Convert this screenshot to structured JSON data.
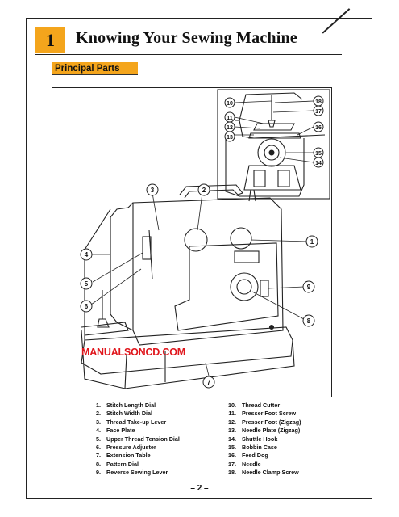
{
  "header": {
    "chapter_number": "1",
    "title": "Knowing Your Sewing Machine"
  },
  "section": {
    "label": "Principal Parts"
  },
  "watermark": "MANUALSONCD.COM",
  "figure": {
    "callouts": [
      "1",
      "2",
      "3",
      "4",
      "5",
      "6",
      "7",
      "8",
      "9",
      "10",
      "11",
      "12",
      "13",
      "14",
      "15",
      "16",
      "17",
      "18"
    ]
  },
  "parts_left": [
    {
      "num": "1.",
      "name": "Stitch Length Dial"
    },
    {
      "num": "2.",
      "name": "Stitch Width Dial"
    },
    {
      "num": "3.",
      "name": "Thread Take-up Lever"
    },
    {
      "num": "4.",
      "name": "Face Plate"
    },
    {
      "num": "5.",
      "name": "Upper Thread Tension Dial"
    },
    {
      "num": "6.",
      "name": "Pressure Adjuster"
    },
    {
      "num": "7.",
      "name": "Extension Table"
    },
    {
      "num": "8.",
      "name": "Pattern Dial"
    },
    {
      "num": "9.",
      "name": "Reverse Sewing Lever"
    }
  ],
  "parts_right": [
    {
      "num": "10.",
      "name": "Thread Cutter"
    },
    {
      "num": "11.",
      "name": "Presser Foot Screw"
    },
    {
      "num": "12.",
      "name": "Presser Foot (Zigzag)"
    },
    {
      "num": "13.",
      "name": "Needle Plate (Zigzag)"
    },
    {
      "num": "14.",
      "name": "Shuttle Hook"
    },
    {
      "num": "15.",
      "name": "Bobbin Case"
    },
    {
      "num": "16.",
      "name": "Feed Dog"
    },
    {
      "num": "17.",
      "name": "Needle"
    },
    {
      "num": "18.",
      "name": "Needle Clamp Screw"
    }
  ],
  "footer": {
    "page_number": "– 2 –"
  },
  "colors": {
    "accent": "#f4a51c",
    "watermark": "#e0161c"
  }
}
